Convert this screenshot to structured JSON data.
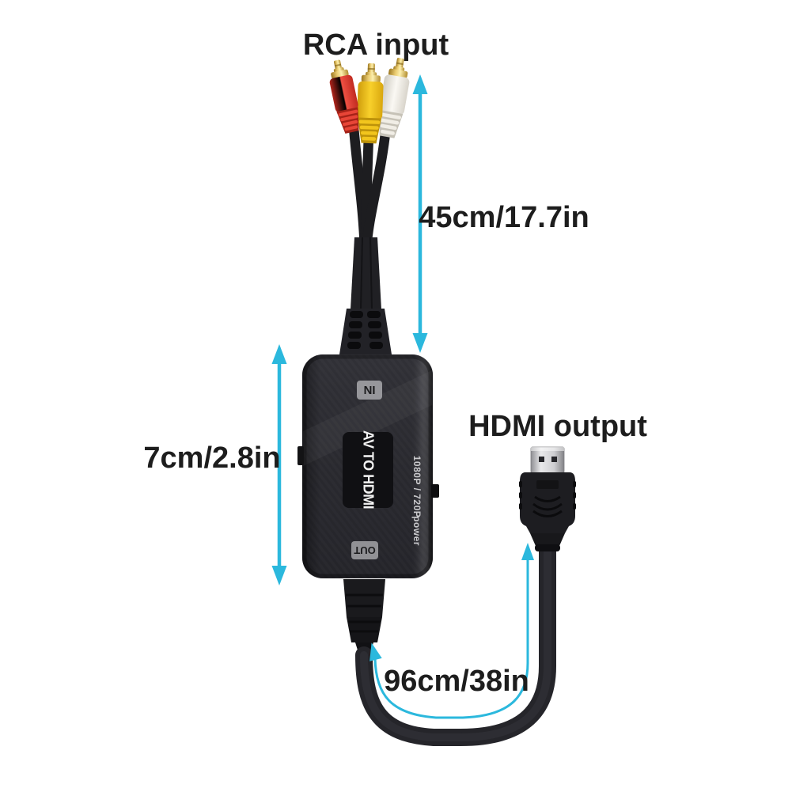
{
  "annotations": {
    "rca_input": "RCA input",
    "rca_cable_length": "45cm/17.7in",
    "converter_height": "7cm/2.8in",
    "hdmi_output": "HDMI output",
    "hdmi_cable_length": "96cm/38in"
  },
  "converter": {
    "front_label": "AV TO HDMI",
    "in_port_label": "IN",
    "out_port_label": "OUT",
    "side_resolution_label": "1080P / 720P",
    "side_power_label": "power"
  },
  "colors": {
    "accent_arrow": "#2bb8dd",
    "annotation_text": "#1d1d1d",
    "rca_red": "#e0392d",
    "rca_yellow": "#f2c51d",
    "rca_white": "#f4f1ea",
    "gold_plating": "#d9b552",
    "device_black": "#28282d"
  }
}
